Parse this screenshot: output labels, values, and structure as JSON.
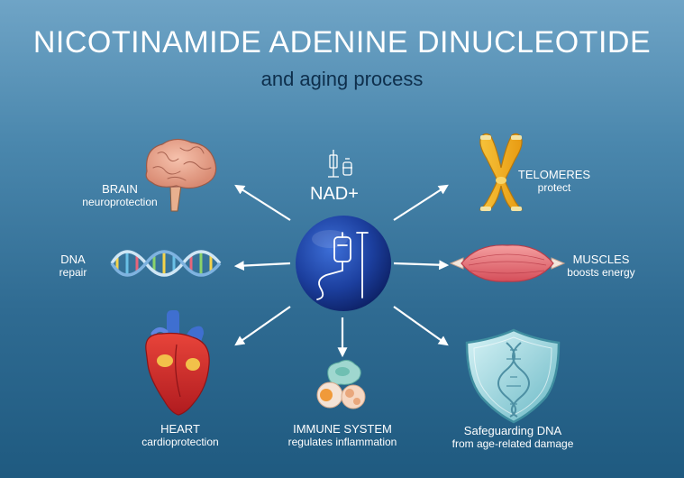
{
  "header": {
    "title": "NICOTINAMIDE ADENINE DINUCLEOTIDE",
    "subtitle": "and aging process"
  },
  "center": {
    "label": "NAD+"
  },
  "items": {
    "brain": {
      "title": "BRAIN",
      "subtitle": "neuroprotection",
      "icon": "brain-icon"
    },
    "dna": {
      "title": "DNA",
      "subtitle": "repair",
      "icon": "dna-helix-icon"
    },
    "heart": {
      "title": "HEART",
      "subtitle": "cardioprotection",
      "icon": "heart-icon"
    },
    "immune": {
      "title": "IMMUNE SYSTEM",
      "subtitle": "regulates inflammation",
      "icon": "immune-cells-icon"
    },
    "safeguard": {
      "title": "Safeguarding DNA",
      "subtitle": "from age-related damage",
      "icon": "dna-shield-icon"
    },
    "muscles": {
      "title": "MUSCLES",
      "subtitle": "boosts energy",
      "icon": "muscle-icon"
    },
    "telomeres": {
      "title": "TELOMERES",
      "subtitle": "protect",
      "icon": "chromosome-icon"
    }
  },
  "colors": {
    "background_top": "#6fa4c6",
    "background_bottom": "#1f5a80",
    "sphere": "#1c3f9e",
    "title": "#ffffff",
    "subtitle": "#0e2f4c"
  }
}
